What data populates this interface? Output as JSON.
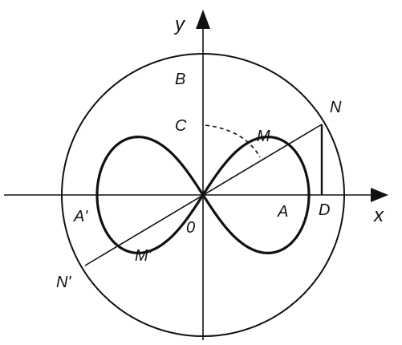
{
  "labels": {
    "y_axis": "y",
    "x_axis": "x",
    "B": "B",
    "C": "C",
    "N": "N",
    "M": "M",
    "A_prime": "A'",
    "A": "A",
    "D": "D",
    "O": "0",
    "M_prime": "M'",
    "N_prime": "N'"
  },
  "colors": {
    "ink": "#111111",
    "background": "#ffffff"
  }
}
